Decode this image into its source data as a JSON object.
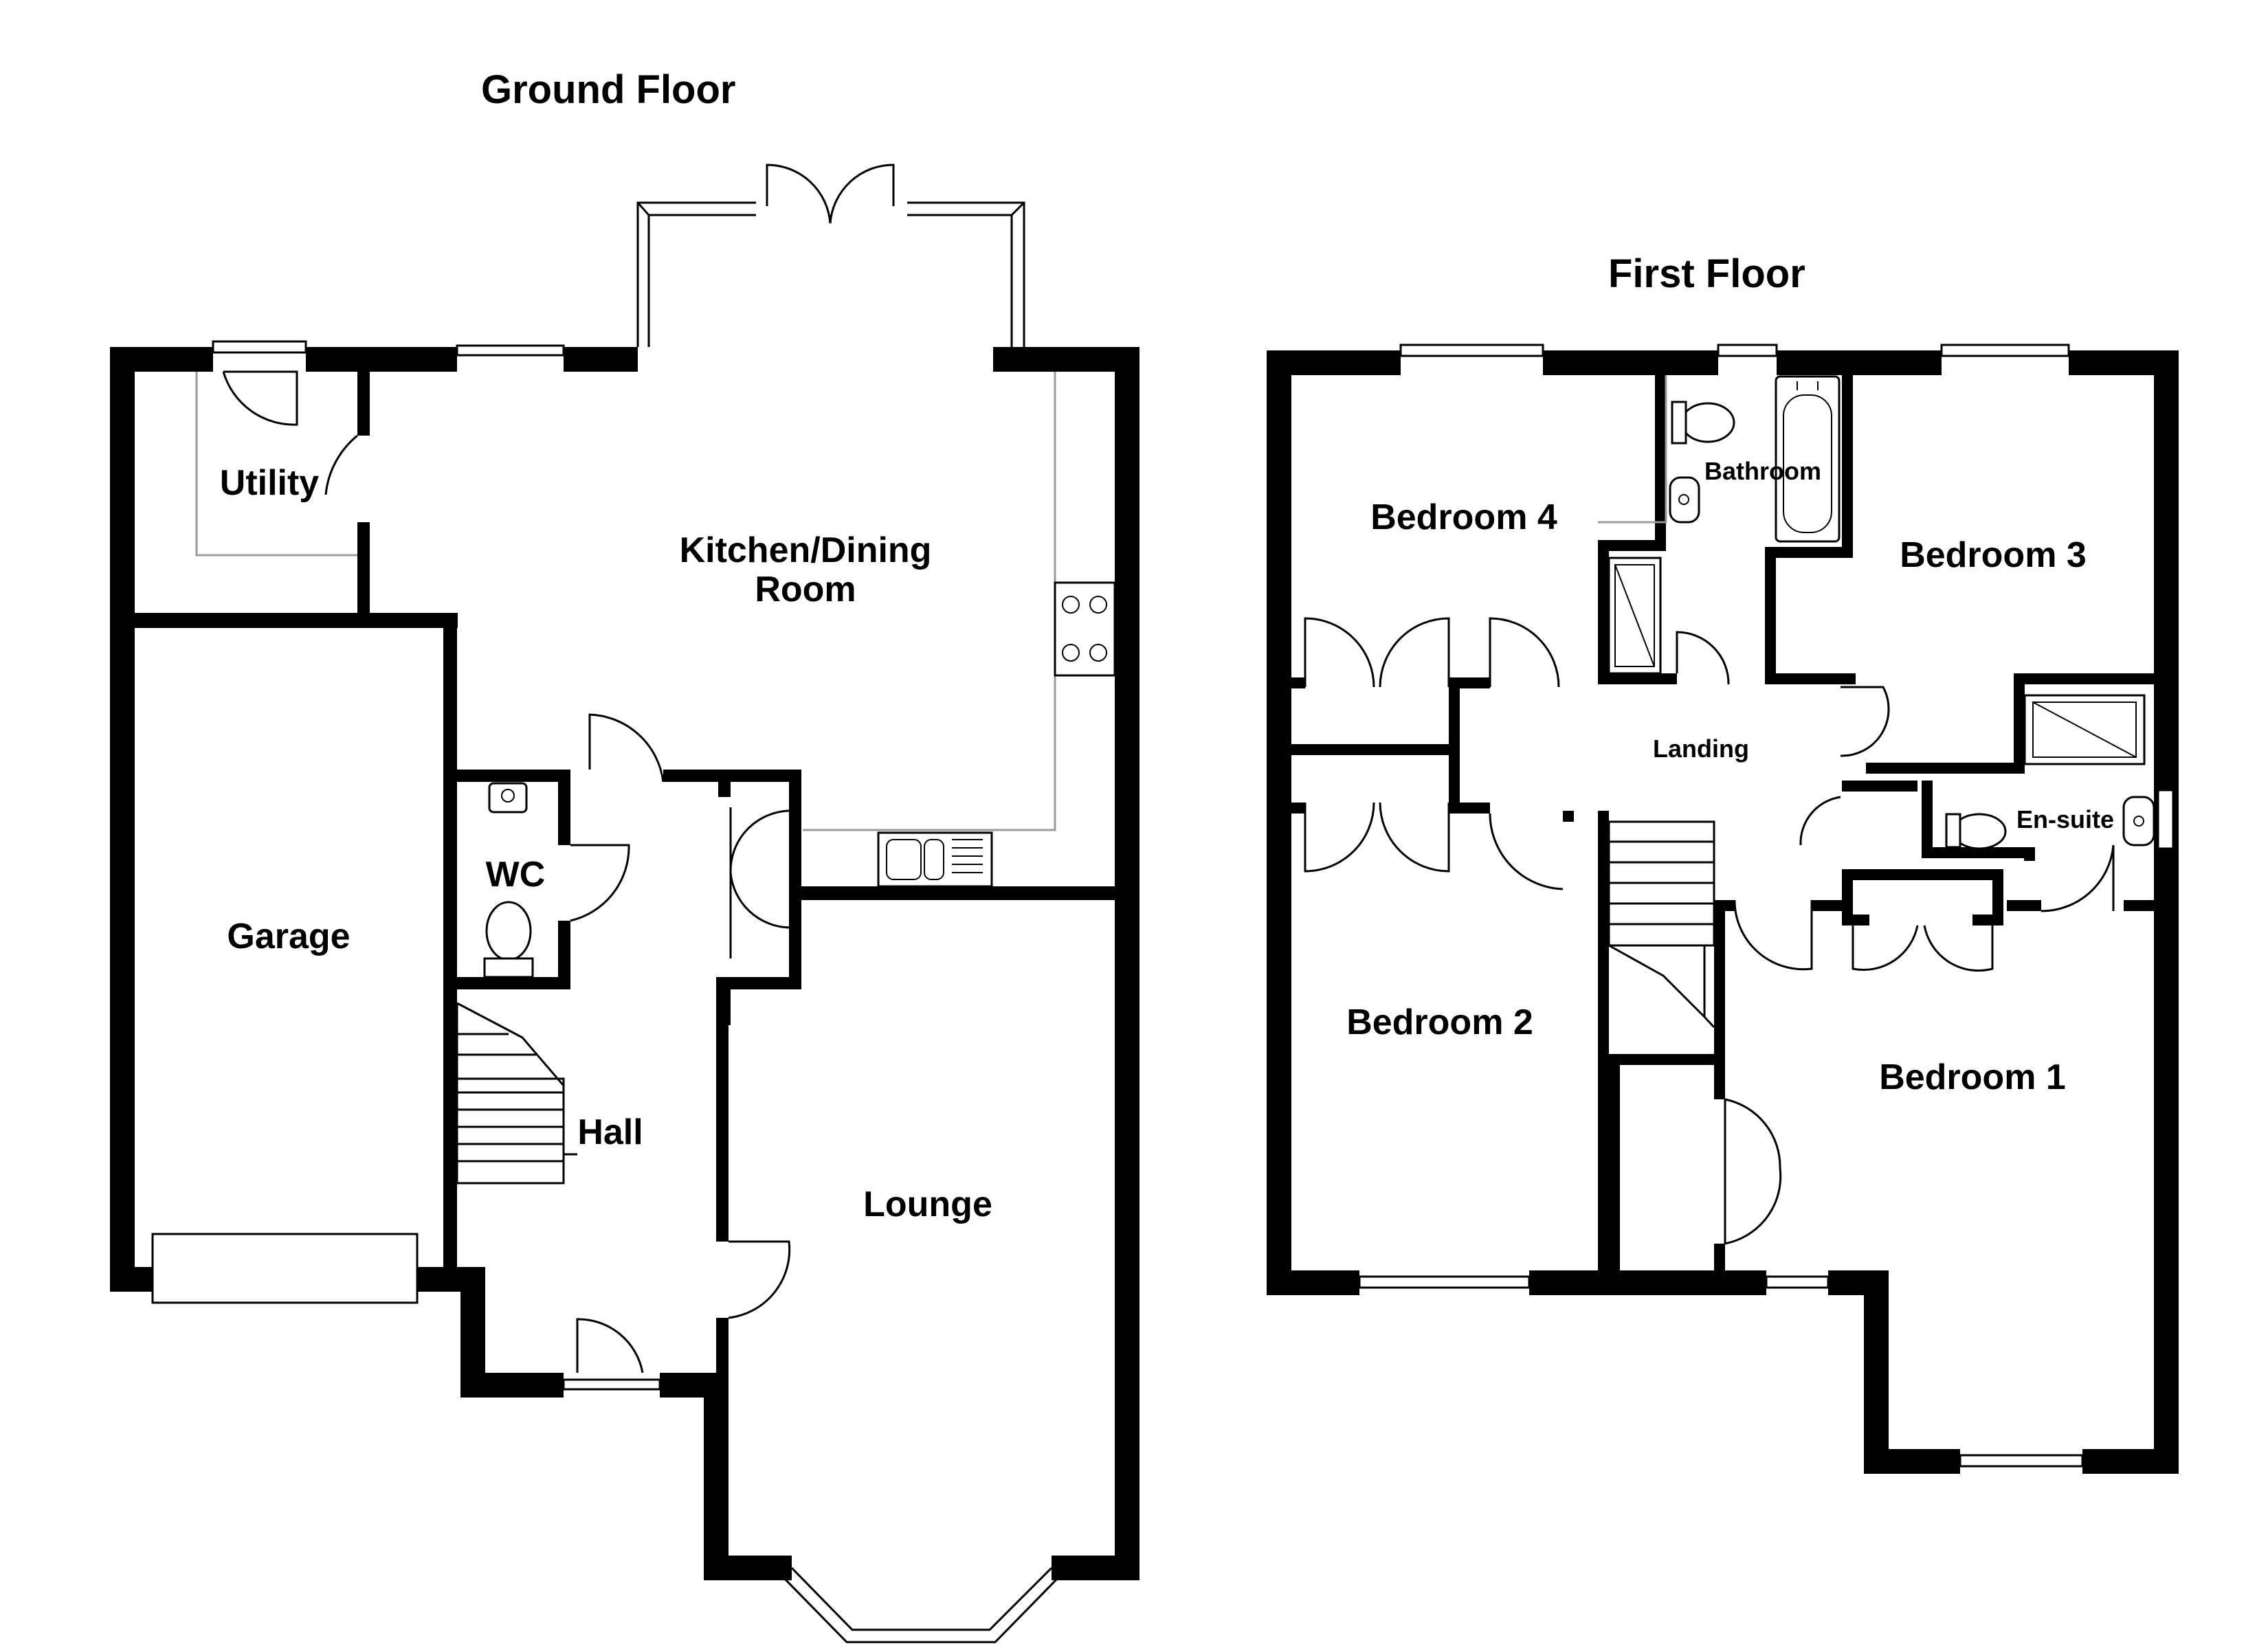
{
  "floors": {
    "ground": {
      "title": "Ground Floor",
      "rooms": {
        "utility": "Utility",
        "kitchen_line1": "Kitchen/Dining",
        "kitchen_line2": "Room",
        "wc": "WC",
        "garage": "Garage",
        "hall": "Hall",
        "lounge": "Lounge"
      }
    },
    "first": {
      "title": "First Floor",
      "rooms": {
        "bedroom4": "Bedroom 4",
        "bathroom": "Bathroom",
        "bedroom3": "Bedroom 3",
        "landing": "Landing",
        "ensuite": "En-suite",
        "bedroom2": "Bedroom 2",
        "bedroom1": "Bedroom 1"
      }
    }
  },
  "colors": {
    "wall": "#000000",
    "background": "#ffffff",
    "fitting_outline": "#999999"
  }
}
